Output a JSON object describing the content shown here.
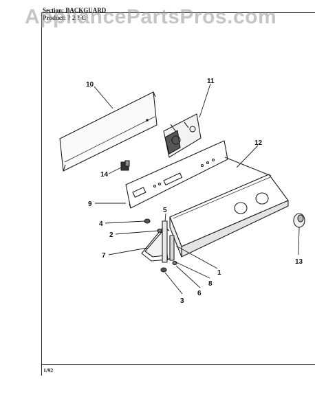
{
  "header": {
    "section_label": "Section:",
    "section_value": "BACKGUARD",
    "product_label": "Product:",
    "product_value": "? 2 ? C"
  },
  "watermark": "AppliancePartsPros.com",
  "footer": "1/92",
  "callouts": {
    "c1": "1",
    "c2": "2",
    "c3": "3",
    "c4": "4",
    "c5": "5",
    "c6": "6",
    "c7": "7",
    "c8": "8",
    "c9": "9",
    "c10": "10",
    "c11": "11",
    "c12": "12",
    "c13": "13",
    "c14": "14"
  }
}
